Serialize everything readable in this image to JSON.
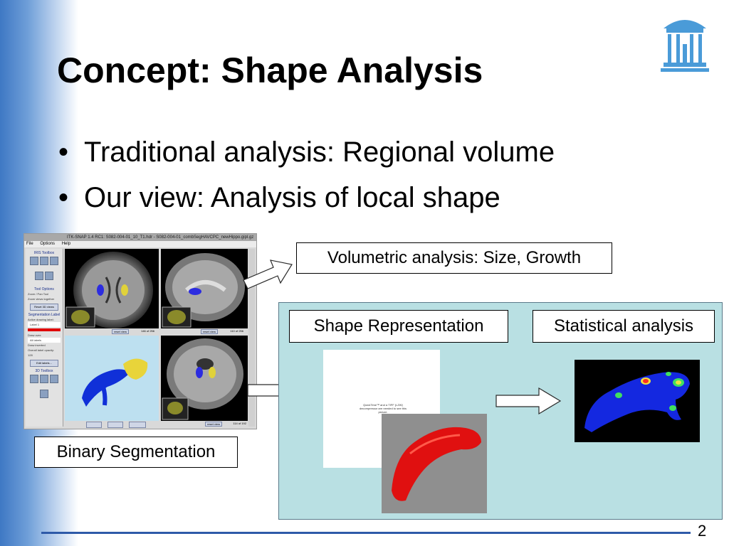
{
  "slide": {
    "title": "Concept: Shape Analysis",
    "bullets": [
      "Traditional analysis: Regional volume",
      "Our view: Analysis of local shape"
    ],
    "page_number": "2"
  },
  "labels": {
    "volumetric": "Volumetric analysis: Size, Growth",
    "shape_representation": "Shape Representation",
    "statistical": "Statistical analysis",
    "binary_segmentation": "Binary Segmentation"
  },
  "itk_window": {
    "title": "ITK-SNAP 1.4 RC1: S082-004-01_10_T1.hdr - S082-004-01_combSegHAVCPC_newHippo.gipl.gz",
    "menu": [
      "File",
      "Options",
      "Help"
    ],
    "toolbox_header": "IRIS Toolbox",
    "tool_options_header": "Tool Options",
    "zoom_label": "Zoom / Pan Tool",
    "zoom_views_label": "Zoom views together",
    "reset_views": "Reset 3D views",
    "segmentation_header": "Segmentation Label",
    "active_label": "Active drawing label:",
    "label_value": "Label 1",
    "draw_over": "Draw over:",
    "all_labels": "All labels",
    "draw_inverted": "Draw inverted",
    "overall_opacity": "Overall label opacity:",
    "opacity_value": "128",
    "edit_labels": "Edit labels...",
    "toolbox_3d": "3D Toolbox",
    "slice_readouts": [
      "146 of 256",
      "110 of 256",
      "114 of 192"
    ],
    "reset_view": "reset view"
  },
  "quicktime_notice": "QuickTime™ and a TIFF (LZW) decompressor are needed to see this picture.",
  "colors": {
    "accent_blue": "#2e5aa8",
    "panel_teal": "#b9e0e3",
    "shape_red": "#e01010",
    "heat_blue": "#1428e0"
  }
}
